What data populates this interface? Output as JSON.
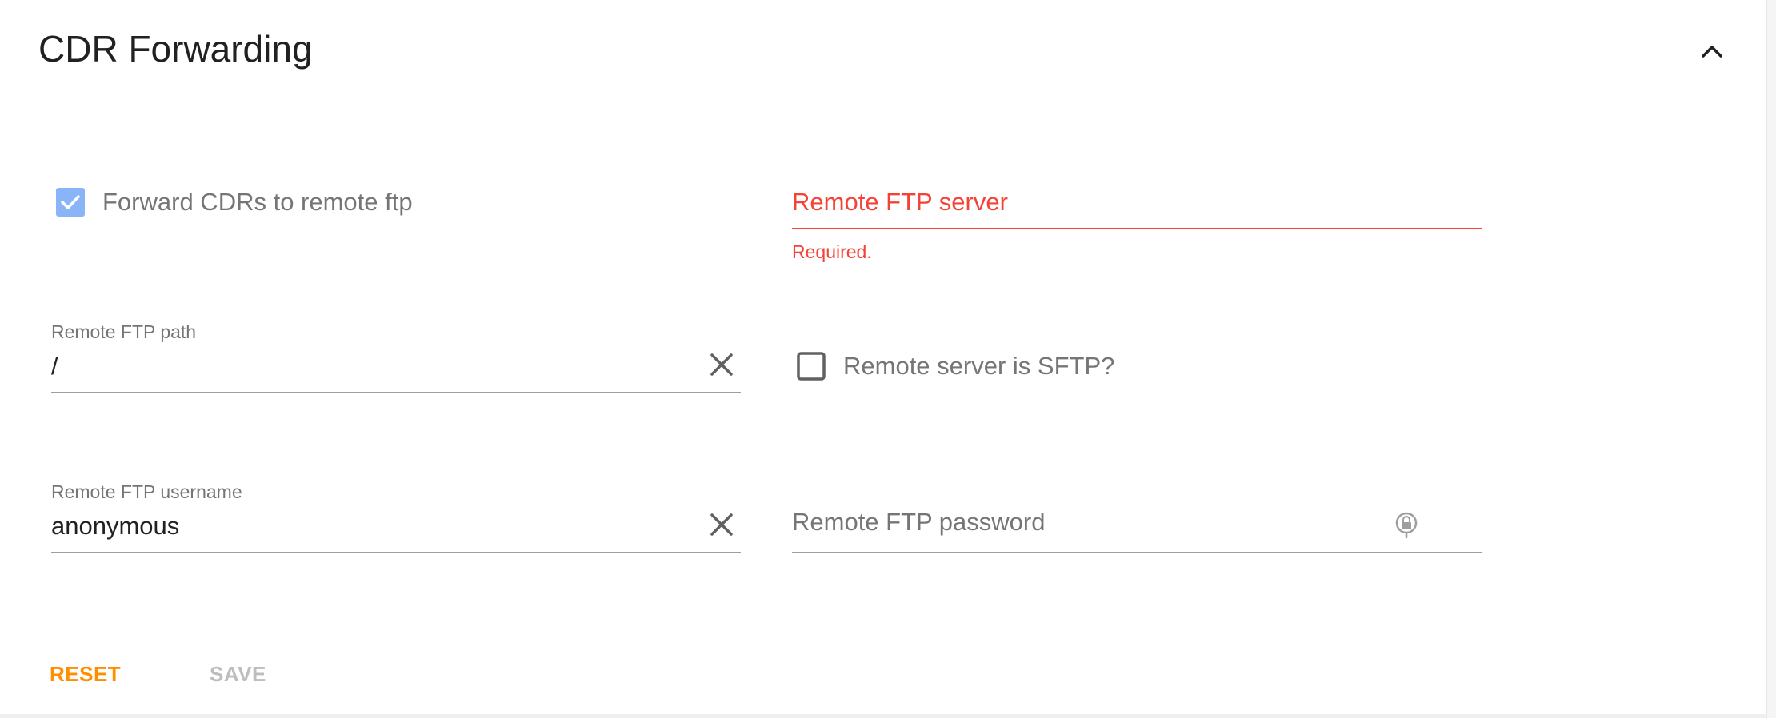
{
  "section": {
    "title": "CDR Forwarding",
    "collapse_icon": "chevron-up-icon"
  },
  "forward_checkbox": {
    "label": "Forward CDRs to remote ftp",
    "checked": true,
    "color": "#8ab4f8"
  },
  "remote_server": {
    "label": "Remote FTP server",
    "value": "",
    "error": "Required.",
    "error_color": "#f44336"
  },
  "remote_path": {
    "label": "Remote FTP path",
    "value": "/",
    "clear_icon": "close-icon"
  },
  "sftp_checkbox": {
    "label": "Remote server is SFTP?",
    "checked": false
  },
  "username": {
    "label": "Remote FTP username",
    "value": "anonymous",
    "clear_icon": "close-icon"
  },
  "password": {
    "label": "Remote FTP password",
    "value": "",
    "icon": "password-lock-icon"
  },
  "actions": {
    "reset_label": "RESET",
    "reset_color": "#ff8f00",
    "save_label": "SAVE",
    "save_color": "#bdbdbd",
    "save_enabled": false
  }
}
